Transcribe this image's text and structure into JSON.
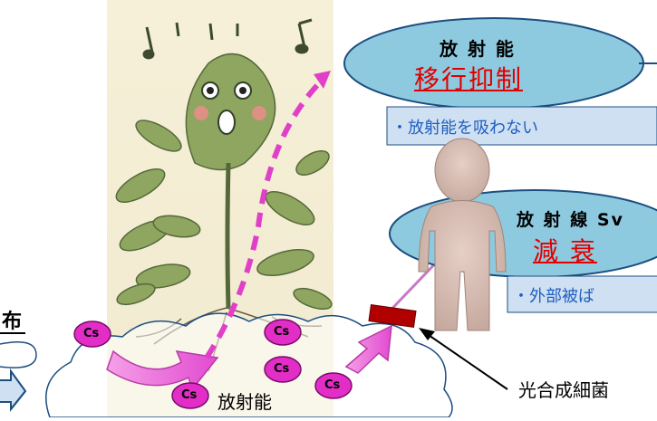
{
  "left_label": "布",
  "box_top": {
    "title": "放 射 能",
    "action": "移行抑制",
    "note": "・放射能を吸わない"
  },
  "box_mid": {
    "title": "放 射 線 Sv",
    "action": "減 衰",
    "note": "・外部被ば"
  },
  "soil_label": "放射能",
  "cs_labels": [
    "Cs",
    "Cs",
    "Cs",
    "Cs",
    "Cs"
  ],
  "bacteria_label": "光合成細菌",
  "colors": {
    "ellipse_fill": "#8ecadf",
    "ellipse_stroke": "#1c4e80",
    "note_fill": "#cfe0f3",
    "arrow_pink": "#e040c8",
    "cs_fill": "#e22ec6",
    "bacteria": "#b00000"
  }
}
